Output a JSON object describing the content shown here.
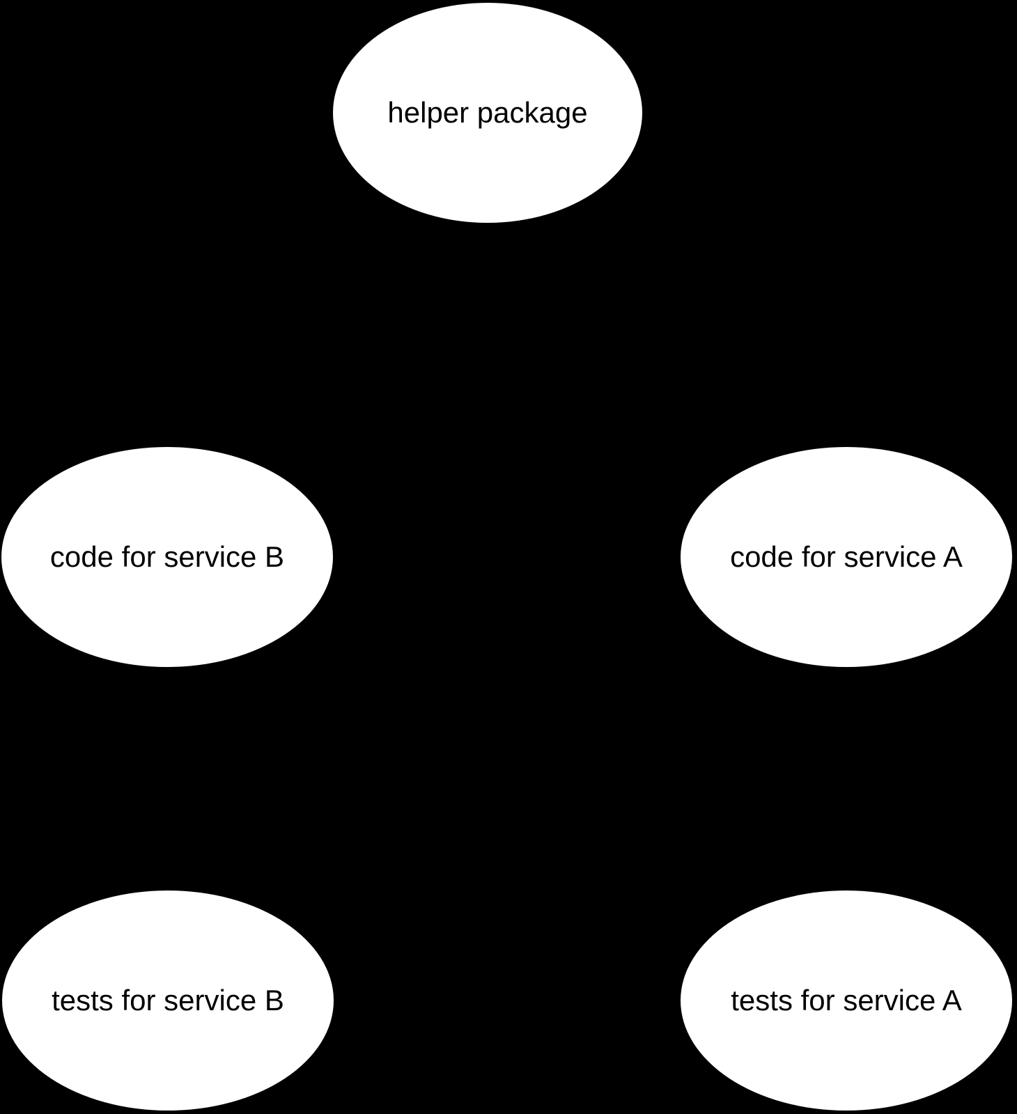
{
  "diagram": {
    "type": "node-graph",
    "background_color": "#000000",
    "node_fill_color": "#ffffff",
    "node_text_color": "#000000",
    "edges_visible": false,
    "nodes": [
      {
        "id": "helper-package",
        "label": "helper package",
        "position": "top-center"
      },
      {
        "id": "code-for-service-b",
        "label": "code for service B",
        "position": "middle-left"
      },
      {
        "id": "code-for-service-a",
        "label": "code for service A",
        "position": "middle-right"
      },
      {
        "id": "tests-for-service-b",
        "label": "tests for service B",
        "position": "bottom-left"
      },
      {
        "id": "tests-for-service-a",
        "label": "tests for service A",
        "position": "bottom-right"
      }
    ]
  }
}
